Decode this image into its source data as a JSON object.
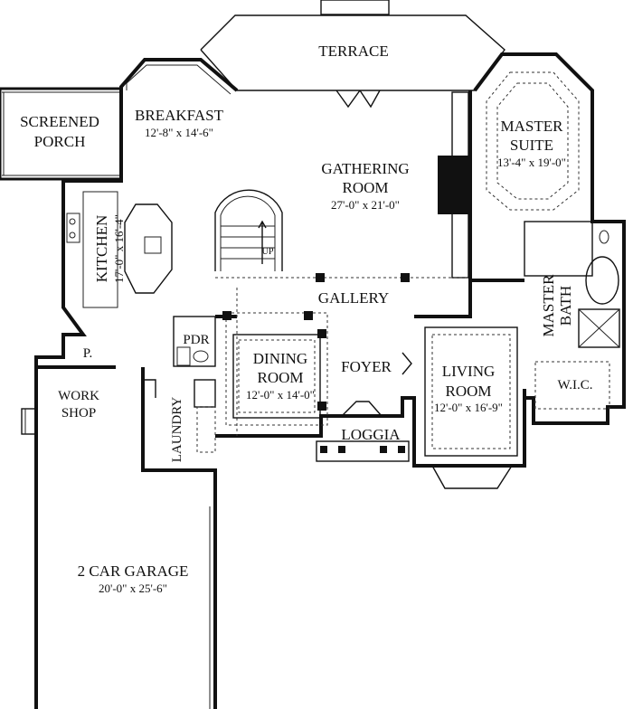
{
  "rooms": {
    "terrace": {
      "name": "TERRACE"
    },
    "screened_porch": {
      "name_line1": "SCREENED",
      "name_line2": "PORCH"
    },
    "breakfast": {
      "name": "BREAKFAST",
      "dims": "12'-8\" x 14'-6\""
    },
    "gathering_room": {
      "name_line1": "GATHERING",
      "name_line2": "ROOM",
      "dims": "27'-0\" x 21'-0\""
    },
    "master_suite": {
      "name_line1": "MASTER",
      "name_line2": "SUITE",
      "dims": "13'-4\" x 19'-0\""
    },
    "kitchen": {
      "name": "KITCHEN",
      "dims": "17'-0\" x 16'-4\""
    },
    "gallery": {
      "name": "GALLERY"
    },
    "master_bath": {
      "name_line1": "MASTER",
      "name_line2": "BATH"
    },
    "pantry": {
      "name": "P."
    },
    "powder": {
      "name": "PDR"
    },
    "dining_room": {
      "name_line1": "DINING",
      "name_line2": "ROOM",
      "dims": "12'-0\" x 14'-0\""
    },
    "foyer": {
      "name": "FOYER"
    },
    "living_room": {
      "name_line1": "LIVING",
      "name_line2": "ROOM",
      "dims": "12'-0\" x 16'-9\""
    },
    "wic": {
      "name": "W.I.C."
    },
    "work_shop": {
      "name_line1": "WORK",
      "name_line2": "SHOP"
    },
    "laundry": {
      "name": "LAUNDRY"
    },
    "loggia": {
      "name": "LOGGIA"
    },
    "garage": {
      "name": "2 CAR GARAGE",
      "dims": "20'-0\" x 25'-6\""
    }
  },
  "stairs": {
    "label": "UP"
  }
}
